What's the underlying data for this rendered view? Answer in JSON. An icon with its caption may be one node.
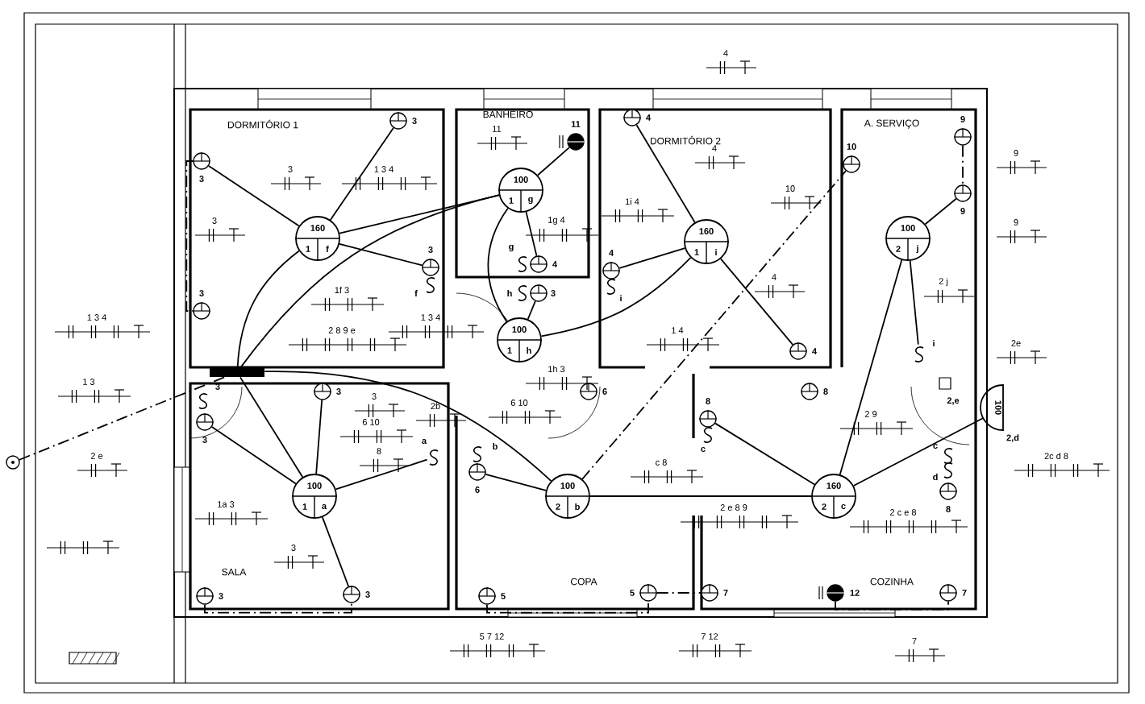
{
  "diagram": {
    "nodes": [
      {
        "text": [],
        "shape": "bar"
      },
      {
        "text": [
          "160",
          "1",
          "f"
        ]
      },
      {
        "text": [
          "100",
          "1",
          "g"
        ]
      },
      {
        "text": [
          "100",
          "1",
          "h"
        ]
      },
      {
        "text": [
          "160",
          "1",
          "i"
        ]
      },
      {
        "text": [
          "100",
          "2",
          "j"
        ]
      },
      {
        "text": [
          "100",
          "1",
          "a"
        ]
      },
      {
        "text": [
          "100",
          "2",
          "b"
        ]
      },
      {
        "text": [
          "160",
          "2",
          "c"
        ]
      },
      {
        "text": [
          "100"
        ],
        "beside": [
          "2,d"
        ]
      },
      {
        "text": [
          "3"
        ]
      },
      {
        "text": [
          "3"
        ]
      },
      {
        "text": [
          "3"
        ]
      },
      {
        "text": [
          "11"
        ]
      },
      {
        "text": [
          "4"
        ]
      },
      {
        "text": [
          "10"
        ]
      },
      {
        "text": [
          "4"
        ]
      },
      {
        "text": [
          "9"
        ]
      },
      {
        "text": [
          "9"
        ]
      },
      {
        "text": [
          "8"
        ]
      },
      {
        "text": [
          "6"
        ]
      },
      {
        "text": [
          "3"
        ]
      },
      {
        "text": [
          "3",
          "3"
        ]
      },
      {
        "text": [
          "3"
        ]
      },
      {
        "text": [
          "3"
        ]
      },
      {
        "text": [
          "5"
        ]
      },
      {
        "text": [
          "5"
        ]
      },
      {
        "text": [
          "7"
        ]
      },
      {
        "text": [
          "12"
        ]
      },
      {
        "text": [
          "7"
        ]
      },
      {
        "text": [
          "c",
          "d",
          "8"
        ]
      },
      {
        "text": [],
        "shape": "circle"
      },
      {
        "text": [
          "b",
          "6"
        ]
      },
      {
        "text": [
          "g",
          "4"
        ]
      },
      {
        "text": [
          "h",
          "3"
        ]
      },
      {
        "text": [
          "3",
          "f"
        ]
      },
      {
        "text": [
          "4",
          "i"
        ]
      },
      {
        "text": [
          "8",
          "c"
        ]
      },
      {
        "text": [
          "a"
        ]
      },
      {
        "text": [
          "i"
        ]
      },
      {
        "text": [
          "2,e"
        ]
      }
    ],
    "edges": [
      {
        "from": 0,
        "to": 1,
        "arrow": "none"
      },
      {
        "from": 0,
        "to": 2,
        "arrow": "none"
      },
      {
        "from": 0,
        "to": 6,
        "arrow": "none"
      },
      {
        "from": 0,
        "to": 7,
        "arrow": "none"
      },
      {
        "from": 1,
        "to": 10,
        "arrow": "none"
      },
      {
        "from": 1,
        "to": 12,
        "arrow": "none"
      },
      {
        "from": 1,
        "to": 2,
        "arrow": "none"
      },
      {
        "from": 1,
        "to": 35,
        "arrow": "none"
      },
      {
        "from": 2,
        "to": 13,
        "arrow": "none"
      },
      {
        "from": 2,
        "to": 33,
        "arrow": "none"
      },
      {
        "from": 2,
        "to": 3,
        "arrow": "none"
      },
      {
        "from": 3,
        "to": 34,
        "arrow": "none"
      },
      {
        "from": 3,
        "to": 4,
        "arrow": "none"
      },
      {
        "from": 4,
        "to": 14,
        "arrow": "none"
      },
      {
        "from": 4,
        "to": 16,
        "arrow": "none"
      },
      {
        "from": 4,
        "to": 36,
        "arrow": "none"
      },
      {
        "from": 5,
        "to": 18,
        "arrow": "none"
      },
      {
        "from": 5,
        "to": 39,
        "arrow": "none"
      },
      {
        "from": 5,
        "to": 8,
        "arrow": "none"
      },
      {
        "from": 6,
        "to": 21,
        "arrow": "none"
      },
      {
        "from": 6,
        "to": 22,
        "arrow": "none"
      },
      {
        "from": 6,
        "to": 24,
        "arrow": "none"
      },
      {
        "from": 6,
        "to": 38,
        "arrow": "none"
      },
      {
        "from": 7,
        "to": 32,
        "arrow": "none"
      },
      {
        "from": 7,
        "to": 8,
        "arrow": "none"
      },
      {
        "from": 8,
        "to": 9,
        "arrow": "none"
      },
      {
        "from": 8,
        "to": 37,
        "arrow": "none"
      },
      {
        "from": 31,
        "to": 0,
        "arrow": "none",
        "style": "dashed"
      },
      {
        "from": 7,
        "to": 15,
        "arrow": "none",
        "style": "dashed"
      },
      {
        "from": 10,
        "to": 11,
        "arrow": "none",
        "style": "dashed"
      },
      {
        "from": 23,
        "to": 24,
        "arrow": "none",
        "style": "dashed"
      },
      {
        "from": 25,
        "to": 26,
        "arrow": "none",
        "style": "dashed"
      },
      {
        "from": 26,
        "to": 27,
        "arrow": "none",
        "style": "dashed"
      },
      {
        "from": 28,
        "to": 29,
        "arrow": "none",
        "style": "dashed"
      },
      {
        "from": 17,
        "to": 18,
        "arrow": "none",
        "style": "dashed"
      }
    ],
    "labels": [
      "4",
      "BANHEIRO",
      "DORMITÓRIO 1",
      "A. SERVIÇO",
      "11",
      "DORMITÓRIO 2",
      "4",
      "9",
      "3",
      "1 3 4",
      "10",
      "1i 4",
      "3",
      "1g 4",
      "9",
      "4",
      "2 j",
      "1f 3",
      "1 3 4",
      "1 3 4",
      "2 8 9 e",
      "1 4",
      "2e",
      "1h 3",
      "1 3",
      "3",
      "6 10",
      "2b",
      "2 9",
      "6 10",
      "8",
      "2 e",
      "c 8",
      "2c d 8",
      "1a 3",
      "2 e 8 9",
      "2 c e 8",
      "3",
      "SALA",
      "COPA",
      "COZINHA",
      "5 7 12",
      "7 12",
      "7"
    ]
  }
}
